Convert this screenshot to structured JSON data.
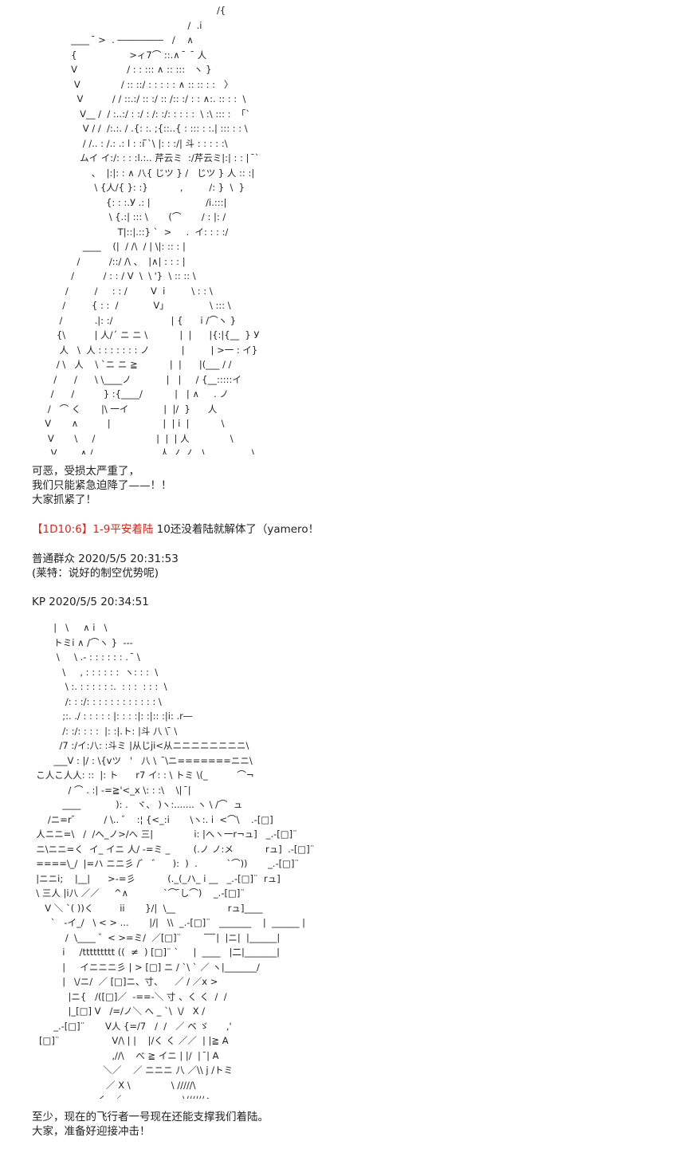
{
  "art": {
    "figure_top": "                                                                /{\n                                                      /  .i\n              ____  ̄ >  . ―――――   /    ∧\n              {                  >ィ7⌒ ::.∧  ̄   ̄ 人\n              V                 / : : ::: ∧ :: :::   ヽ }\n               V              / :: ::/ : : : : : ∧ :: :: : :   〉\n                V          / / ::.:/ :: :/ :: /:: :/ : : ∧:. :: : :  \\\n                 V__ /  / :..:/ : :/ : /: :/: : : : :  \\ :\\ ::: :  「`\n                  V / /  /:.:. / .{: :. ;{::..{ : ::: : :.| ::: : : \\\n                  / /.. : /.: .: l : :i ̄`\\ |: : :/| 斗 : : : : :\\\n                 ムイ イ:/: : : :l.:.. 芹云ミ  :/芹云ミ|:| : : |  ̄`\n                     、  |:|: : ∧ 八{ じツ } /   じツ } 人 :: :|\n                      \\ {人/{ }: :}           ,         /: }  \\  }\n                          {: : :.У .: |                   /i.:::|\n                           \\ {.:| ::: \\       (⌒       / : |: /\n                              T|::|.::} `  >     .  イ: : : :/\n                  ____    (|  / /\\  / | \\|: :: : |\n                /          /::/ /\\ 、  |∧| : : : |\n              /          / : : / V  \\  \\ '}  \\ :: :: \\\n            /         /     : : /        V  i         \\ : : \\\n           /         { : :  /            V」              \\ ::: \\\n          /           .|: :/                    | {      i /⌒ヽ }\n         {\\          | 人/´ ニ ニ \\           |  |      |{:|{__  } У\n          人   \\  人 : : : : : : : ノ           |         | >一 : イ}\n         / \\   人    \\ `ニ ニ ≧           |  |      |(___ / /\n        /      /      \\ \\____ノ            |   |     / {__:::::イ\n       /      /          } :{____/           |   | ∧     . ノ\n      /   ⌒ く       |\\ 一イ            |  |/  }      人\n     V       ∧          |                  |  | i  |           \\\n      V       \\     /                     |  |  | 人              \\\n       V        ∧ /                       人 ノ ノ   \\                \\",
    "figure_bottom": "        |   \\     ∧ i   \\\n        トミi ∧ /⌒ヽ }  ---\n         \\     \\ .- : : : : : : .  ̄ \\\n           \\     , : : : : : :  ヽ: : :  \\\n            \\ :. : : : : : :.  : : :  : : :  \\\n            /: : :/: : : : : : : : : : : : \\\n           ;:. ./ : : : : : |: : : :|: :|:: :|i: .r―\n           /: :/: : : :  |: :|.ト: |斗 八 \\ ̄ \\\n          /7 :/イ:八: :斗ミ |从じji<从ニニニニニニニニ\\\n        ___V : |/ : \\{vツ   '   八 \\   ̄\\ニ=======ニニ\\\n  こ人こ人人: ::  |: ト      r7 イ: : \\ トミ \\(_          ⌒¬\n             / ⌒ . :| -=≧'<_x \\: : :\\    \\|  ̄|\n           ____            ): .   ヾ、 )ヽ:....... ヽ \\ /⌒  ュ\n      /ニ=r゛        / \\.. ゛  :¦ {<_:i       \\ヽ:. i  <⌒\\    .-[□]\n  人ニニ=\\   /  /へ_ノ>/へ 三|              i: |へヽ一r¬ュ]   _.-[□]¨\n  ニ\\ニニ=く  イ_ イニ 人/ -=ミ _        (.ノ ノ:メ           rュ]  .-[□]¨\n  ====\\_/  |=ハ ニニ彡 /゛ ゛    ):  )  .          `⌒))       _.-[□]¨\n  |ニニi;    |__|      >-=彡           (._(_ハ_ i __   _.-[□]¨  rュ]\n  \\ 三人 |i八 ／／     ^∧            `⌒ ̄し⌒)    _.-[□]¨\n     V ＼ `( ))く         ii       }/|  \\__                  rュ]____\n       `   -イ_/   \\ < > ...       |/|   \\\\  _.-[□]¨   _______    |  ______ |\n            /  \\____ ゛< >=ミ/  ／[□]¨         ̄ ̄ ̄ ̄|  |ニ|  |______|\n           i     /ttttttttt ((  ≠  ) [□]¨ `     |  ____   |二|_______|\n           |     イニニニ彡 | > [□] ニ / `\\ ` ／ ヽ|_______/\n           |   \\/ニ/  ／ [□]ニ、寸、    ／ / ／x >\n             |ニ{   /([□]／  -==-＼ 寸 、く く  /  /\n             |_[□] V   /=/ノ＼ へ _ `\\  \\/   X /\n        _.-[□]¨       V人 {=/7   /  /   ／ ベ ゞ      ,'\n   [□]¨                  V/\\ | |    |/く く ／／  | |≧ A\n                            ,//\\    べ ≧ イニ | |/  |  ̄| A\n                         ＼／    ／ ニニニ 八 ／\\\\ j /トミ\n                          ／ X \\              \\ /////\\\n                       く  ／                     \\//////ヽ\n                     ／                              \\//// ハ"
  },
  "post1": {
    "dialogue": "可恶，受损太严重了，\n我们只能紧急迫降了——！！\n大家抓紧了！"
  },
  "dice": {
    "result": "【1D10:6】",
    "outcome": "1-9平安着陆",
    "note": " 10还没着陆就解体了（yamero！"
  },
  "comment": {
    "author": "普通群众",
    "timestamp": " 2020/5/5 20:31:53",
    "body": "(莱特：说好的制空优势呢)"
  },
  "kp_post": {
    "author": "KP",
    "timestamp": " 2020/5/5 20:34:51",
    "dialogue": "至少，现在的飞行者一号现在还能支撑我们着陆。\n大家，准备好迎接冲击！"
  }
}
